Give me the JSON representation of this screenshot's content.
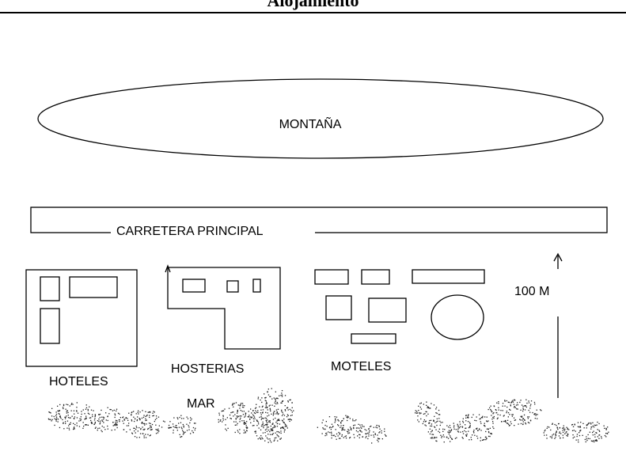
{
  "header": {
    "title": "Alojamiento"
  },
  "map": {
    "mountain_label": "MONTAÑA",
    "road_label": "CARRETERA PRINCIPAL",
    "hotels_label": "HOTELES",
    "hosterias_label": "HOSTERIAS",
    "moteles_label": "MOTELES",
    "sea_label": "MAR",
    "scale_label": "100 M"
  }
}
